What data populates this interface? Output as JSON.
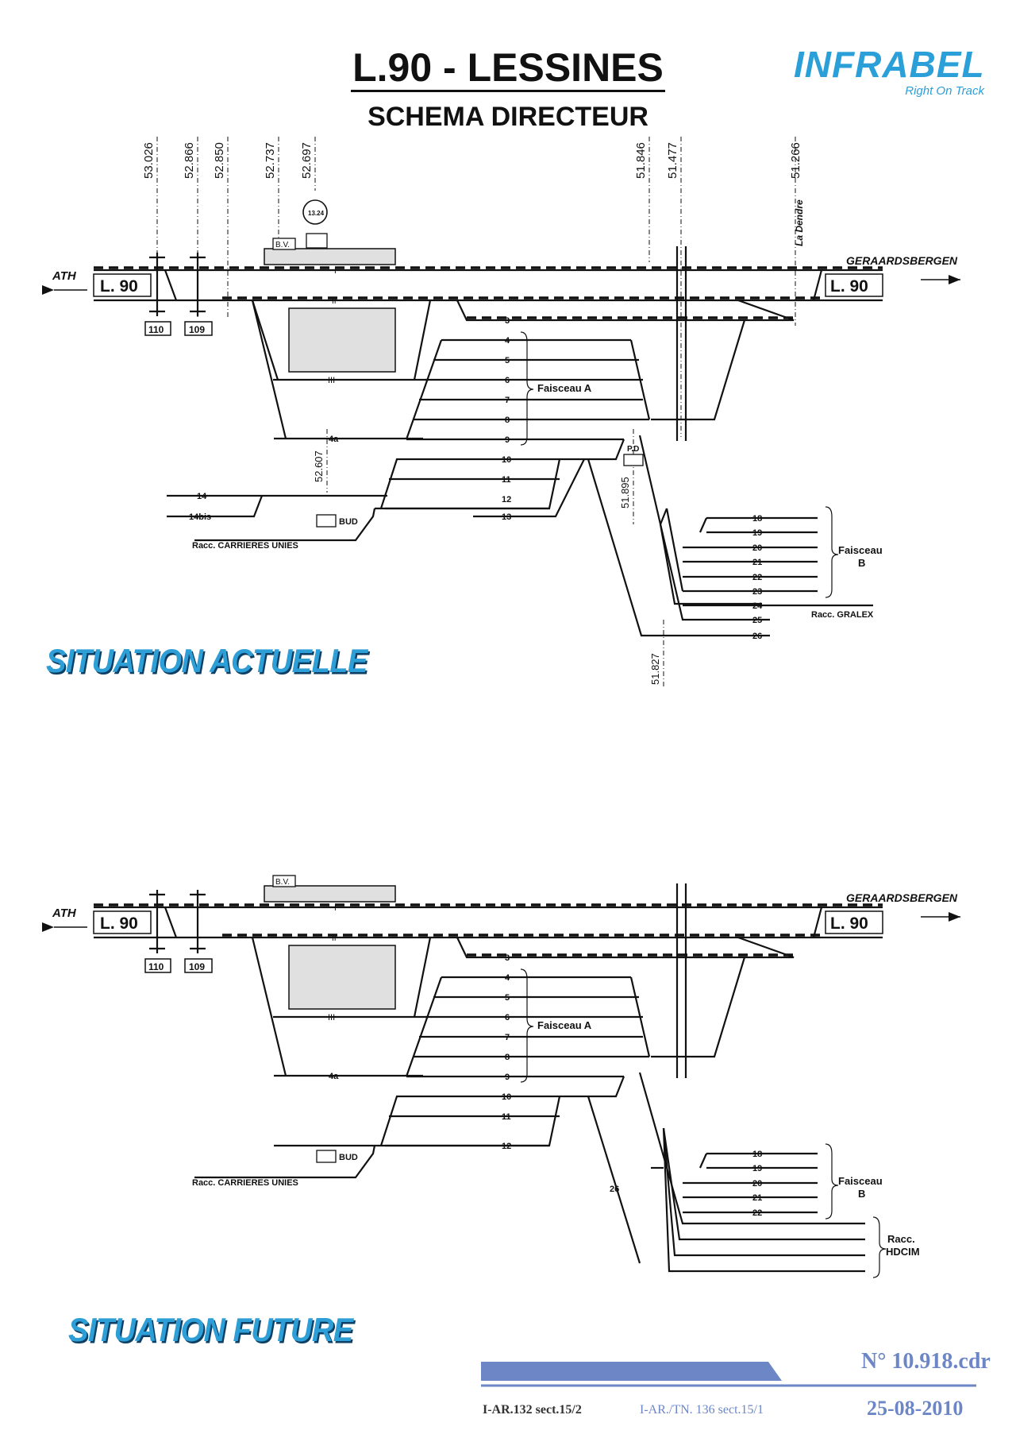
{
  "header": {
    "title": "L.90 - LESSINES",
    "subtitle": "SCHEMA DIRECTEUR",
    "logo_text": "INFRABEL",
    "logo_tagline": "Right On Track",
    "brand_color": "#2a9fd8"
  },
  "diagram_actuelle": {
    "situation_label": "SITUATION ACTUELLE",
    "km_markers": [
      "53.026",
      "52.866",
      "52.850",
      "52.737",
      "52.697",
      "51.846",
      "51.477",
      "51.266"
    ],
    "extra_km_markers": [
      "52.607",
      "51.895",
      "51.827"
    ],
    "line_name_left": "L. 90",
    "line_name_right": "L. 90",
    "dir_left": "ATH",
    "dir_right": "GERAARDSBERGEN",
    "la_dendre": "La Dendre",
    "circle_marker": "13.24",
    "bv": "B.V.",
    "pd": "P.D",
    "bud": "BUD",
    "signal_boxes": [
      "110",
      "109"
    ],
    "main_tracks": [
      "I",
      "II"
    ],
    "tracks": [
      "3",
      "4",
      "5",
      "6",
      "7",
      "8",
      "9",
      "10",
      "11",
      "12",
      "13",
      "III",
      "4a",
      "14",
      "14bis"
    ],
    "tracks_b": [
      "18",
      "19",
      "20",
      "21",
      "22",
      "23",
      "24",
      "25",
      "26"
    ],
    "faisceau_a": "Faisceau A",
    "faisceau_b_1": "Faisceau",
    "faisceau_b_2": "B",
    "racc_carrieres": "Racc. CARRIERES UNIES",
    "racc_gralex": "Racc. GRALEX"
  },
  "diagram_future": {
    "situation_label": "SITUATION FUTURE",
    "line_name_left": "L. 90",
    "line_name_right": "L. 90",
    "dir_left": "ATH",
    "dir_right": "GERAARDSBERGEN",
    "bv": "B.V.",
    "bud": "BUD",
    "signal_boxes": [
      "110",
      "109"
    ],
    "main_tracks": [
      "I",
      "II"
    ],
    "tracks": [
      "3",
      "4",
      "5",
      "6",
      "7",
      "8",
      "9",
      "10",
      "11",
      "12",
      "III",
      "4a",
      "26"
    ],
    "tracks_b": [
      "18",
      "19",
      "20",
      "21",
      "22"
    ],
    "faisceau_a": "Faisceau A",
    "faisceau_b_1": "Faisceau",
    "faisceau_b_2": "B",
    "racc_carrieres": "Racc. CARRIERES UNIES",
    "racc_hdcim_1": "Racc.",
    "racc_hdcim_2": "HDCIM"
  },
  "footer": {
    "doc_number": "N° 10.918.cdr",
    "date": "25-08-2010",
    "ref_1": "I-AR.132  sect.15/2",
    "ref_2": "I-AR./TN. 136  sect.15/1",
    "bar_color": "#6c86c6"
  }
}
